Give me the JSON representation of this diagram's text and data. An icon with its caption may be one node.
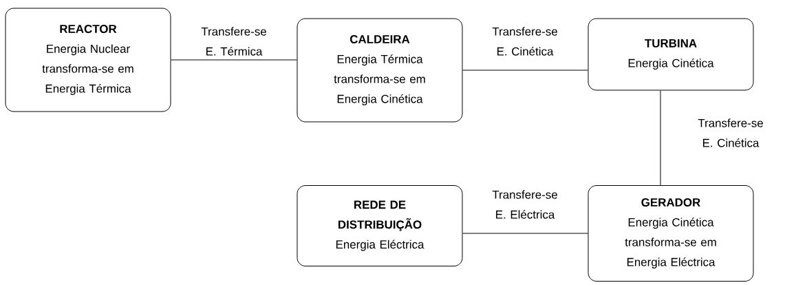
{
  "diagram": {
    "nodes": [
      {
        "text": [
          "REACTOR",
          "Energia Nuclear transforma-se em Energia Térmica"
        ]
      },
      {
        "text": [
          "CALDEIRA",
          "Energia Térmica transforma-se em Energia Cinética"
        ]
      },
      {
        "text": [
          "TURBINA",
          "Energia Cinética"
        ]
      },
      {
        "text": [
          "REDE DE DISTRIBUIÇÃO",
          "Energia Eléctrica"
        ]
      },
      {
        "text": [
          "GERADOR",
          "Energia Cinética transforma-se em Energia Eléctrica"
        ]
      }
    ],
    "edges": [
      {
        "from": 0,
        "to": 1,
        "arrow": "none",
        "label": "Transfere-se E. Térmica"
      },
      {
        "from": 1,
        "to": 2,
        "arrow": "none",
        "label": "Transfere-se E. Cinética"
      },
      {
        "from": 2,
        "to": 4,
        "arrow": "none",
        "label": "Transfere-se E. Cinética"
      },
      {
        "from": 4,
        "to": 3,
        "arrow": "none",
        "label": "Transfere-se E. Eléctrica"
      }
    ]
  }
}
